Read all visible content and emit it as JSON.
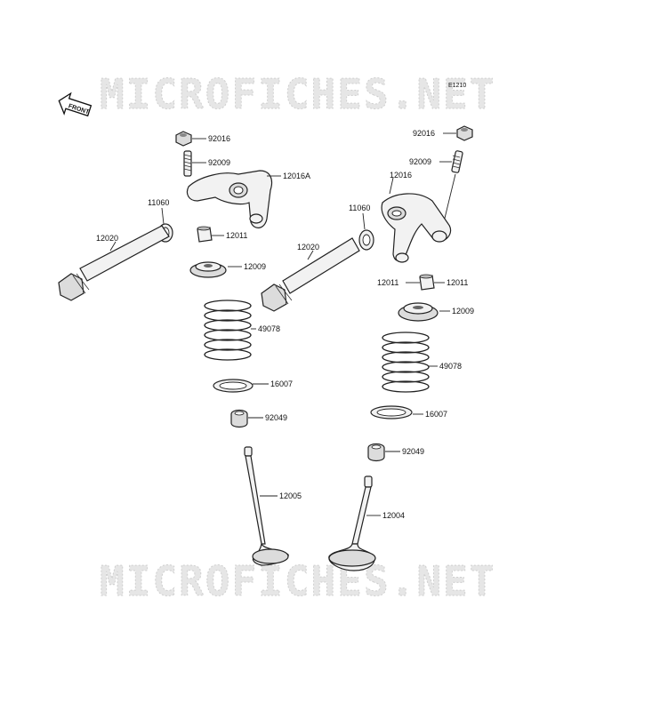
{
  "watermark": {
    "top": "MICROFICHES.NET",
    "bottom": "MICROFICHES.NET"
  },
  "code": "E1210",
  "front": "FRONT",
  "labels": {
    "l92016a": "92016",
    "l92009a": "92009",
    "l12016A": "12016A",
    "l11060a": "11060",
    "l12020a": "12020",
    "l12011a": "12011",
    "l12009a": "12009",
    "l49078a": "49078",
    "l16007a": "16007",
    "l92049a": "92049",
    "l12005": "12005",
    "l92016b": "92016",
    "l92009b": "92009",
    "l12016": "12016",
    "l11060b": "11060",
    "l12020b": "12020",
    "l12011b1": "12011",
    "l12011b2": "12011",
    "l12009b": "12009",
    "l49078b": "49078",
    "l16007b": "16007",
    "l92049b": "92049",
    "l12004": "12004"
  }
}
